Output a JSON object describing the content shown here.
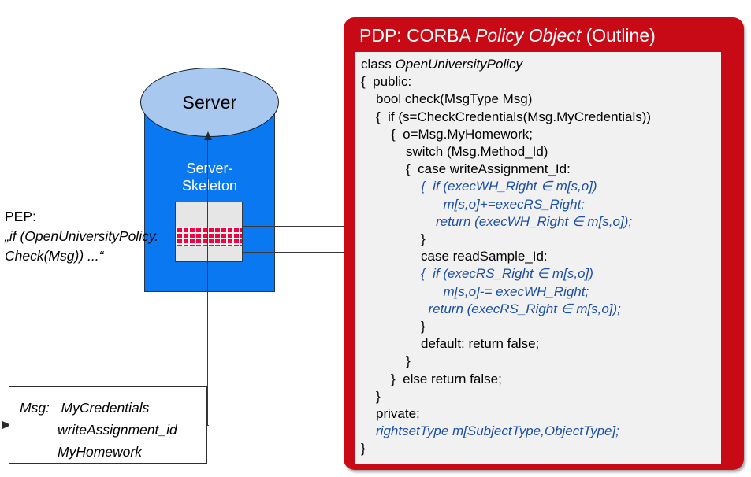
{
  "diagram": {
    "server": {
      "label": "Server",
      "skeleton_label_line1": "Server-",
      "skeleton_label_line2": "Skeleton",
      "body_color": "#0a78f0",
      "top_color": "#a8c8f0",
      "brick_color": "#f50040"
    },
    "pep": {
      "title": "PEP:",
      "line1": "„if (OpenUniversityPolicy.",
      "line2": "Check(Msg)) ...“"
    },
    "msg": {
      "label": "Msg:",
      "fields": [
        "MyCredentials",
        "writeAssignment_id",
        "MyHomework"
      ]
    }
  },
  "pdp": {
    "title_plain_1": "PDP: CORBA ",
    "title_italic": "Policy Object",
    "title_plain_2": " (Outline)",
    "panel_color": "#c80a16",
    "code_bg": "#f1f1f1",
    "highlight_color": "#1b4fa8",
    "code_lines": [
      {
        "indent": 0,
        "text": "class ",
        "italic_text": "OpenUniversityPolicy",
        "blue": false
      },
      {
        "indent": 0,
        "text": "{  public:",
        "blue": false
      },
      {
        "indent": 2,
        "text": "bool check(MsgType Msg)",
        "blue": false
      },
      {
        "indent": 2,
        "text": "{  if (s=CheckCredentials(Msg.MyCredentials))",
        "blue": false
      },
      {
        "indent": 4,
        "text": "{  o=Msg.MyHomework;",
        "blue": false
      },
      {
        "indent": 6,
        "text": "switch (Msg.Method_Id)",
        "blue": false
      },
      {
        "indent": 6,
        "text": "{  case writeAssignment_Id:",
        "blue": false
      },
      {
        "indent": 8,
        "text": "{  if (execWH_Right ∈ m[s,o])",
        "blue": true
      },
      {
        "indent": 11,
        "text": "m[s,o]+=execRS_Right;",
        "blue": true
      },
      {
        "indent": 10,
        "text": "return (execWH_Right ∈ m[s,o]);",
        "blue": true
      },
      {
        "indent": 8,
        "text": "}",
        "blue": false
      },
      {
        "indent": 8,
        "text": "case readSample_Id:",
        "blue": false
      },
      {
        "indent": 8,
        "text": "{  if (execRS_Right ∈ m[s,o])",
        "blue": true
      },
      {
        "indent": 11,
        "text": "m[s,o]-= execWH_Right;",
        "blue": true
      },
      {
        "indent": 9,
        "text": "return (execRS_Right ∈ m[s,o]);",
        "blue": true
      },
      {
        "indent": 8,
        "text": "}",
        "blue": false
      },
      {
        "indent": 8,
        "text": "default: return false;",
        "blue": false
      },
      {
        "indent": 6,
        "text": "}",
        "blue": false
      },
      {
        "indent": 4,
        "text": "}  else return false;",
        "blue": false
      },
      {
        "indent": 2,
        "text": "}",
        "blue": false
      },
      {
        "indent": 2,
        "text": "private:",
        "blue": false
      },
      {
        "indent": 2,
        "text": "rightsetType m[SubjectType,ObjectType];",
        "blue": true
      },
      {
        "indent": 0,
        "text": "}",
        "blue": false
      }
    ]
  }
}
